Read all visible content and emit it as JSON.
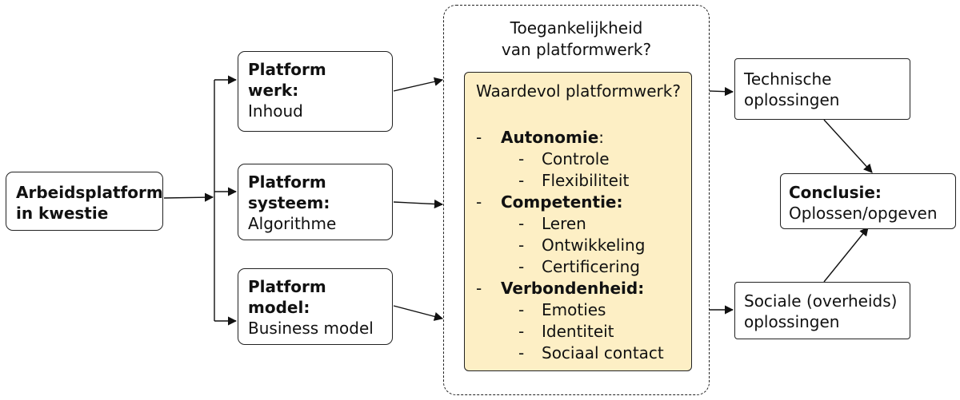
{
  "source": {
    "title": "Arbeidsplatform\nin kwestie"
  },
  "platform_boxes": [
    {
      "title": "Platform\nwerk:",
      "subtitle": "Inhoud"
    },
    {
      "title": "Platform\nsysteem:",
      "subtitle": "Algorithme"
    },
    {
      "title": "Platform\nmodel:",
      "subtitle": "Business model"
    }
  ],
  "accessibility": {
    "title": "Toegankelijkheid\nvan platformwerk?"
  },
  "valuable": {
    "title": "Waardevol platformwerk?",
    "dash": "-",
    "groups": [
      {
        "label": "Autonomie",
        "suffix": ":",
        "items": [
          "Controle",
          "Flexibiliteit"
        ]
      },
      {
        "label": "Competentie:",
        "suffix": "",
        "items": [
          "Leren",
          "Ontwikkeling",
          "Certificering"
        ]
      },
      {
        "label": "Verbondenheid:",
        "suffix": "",
        "items": [
          "Emoties",
          "Identiteit",
          "Sociaal contact"
        ]
      }
    ]
  },
  "solutions": [
    {
      "text": "Technische\noplossingen"
    },
    {
      "text": "Sociale (overheids)\noplossingen"
    }
  ],
  "conclusion": {
    "title": "Conclusie:",
    "subtitle": "Oplossen/opgeven"
  }
}
